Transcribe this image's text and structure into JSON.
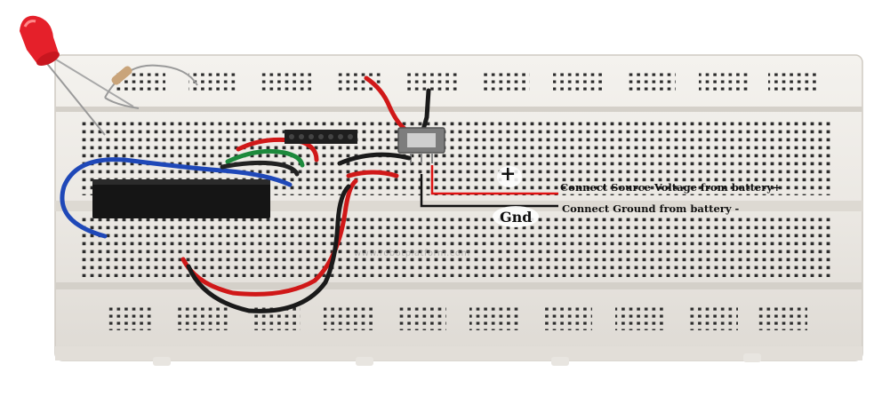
{
  "annotations": {
    "positive_symbol": "+",
    "source_label": "Connect Source Voltage from battery+",
    "ground_symbol": "Gnd",
    "ground_label": "Connect Ground from battery -",
    "watermark": "www.robotplatform.com"
  },
  "colors": {
    "breadboard_body": "#eceae6",
    "breadboard_hole": "#2c2c2c",
    "positive_wire": "#e01212",
    "ground_wire": "#111111",
    "blue_wire": "#1f48b8",
    "green_wire": "#1d8a3c",
    "led": "#e5202a",
    "chip": "#151515"
  },
  "components": {
    "led": "red-led-icon",
    "resistor": "resistor-icon",
    "microcontroller": "ic-chip-icon",
    "regulator": "voltage-regulator-icon",
    "header": "pin-header-icon"
  }
}
